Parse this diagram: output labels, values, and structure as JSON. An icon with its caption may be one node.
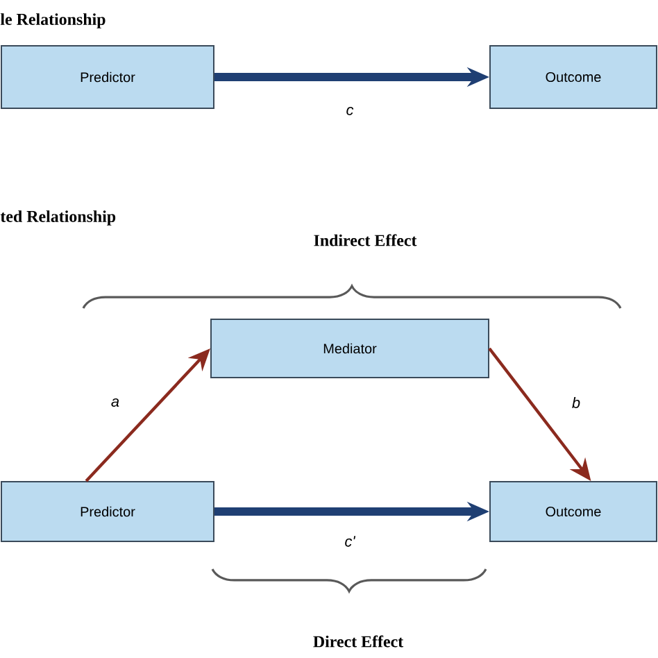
{
  "diagram": {
    "nodes": [
      {
        "text": [
          "Predictor"
        ]
      },
      {
        "text": [
          "Outcome"
        ]
      },
      {
        "text": [
          "Mediator"
        ]
      },
      {
        "text": [
          "Predictor"
        ]
      },
      {
        "text": [
          "Outcome"
        ]
      }
    ],
    "edges": [
      {
        "from": 0,
        "to": 1,
        "arrow": "to",
        "label": "c",
        "style": "thick",
        "color": "#1f3f73"
      },
      {
        "from": 3,
        "to": 2,
        "arrow": "to",
        "label": "a",
        "color": "#8b2a1e"
      },
      {
        "from": 2,
        "to": 4,
        "arrow": "to",
        "label": "b",
        "color": "#8b2a1e"
      },
      {
        "from": 3,
        "to": 4,
        "arrow": "to",
        "label": "c'",
        "style": "thick",
        "color": "#1f3f73"
      }
    ],
    "labels": [
      "le Relationship",
      "ted Relationship",
      "Indirect Effect",
      "Direct Effect"
    ]
  }
}
